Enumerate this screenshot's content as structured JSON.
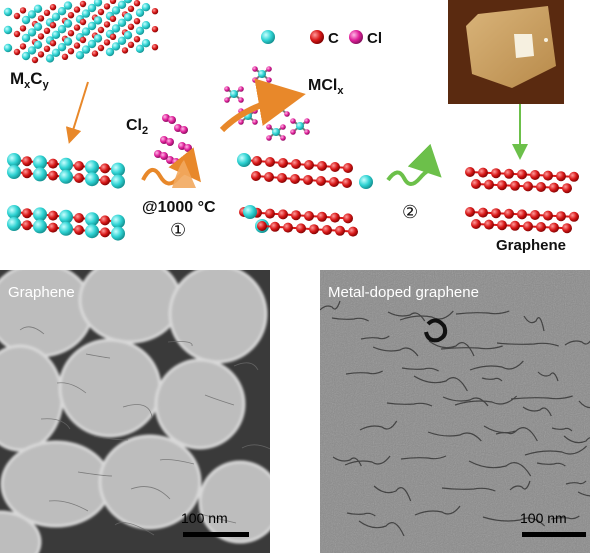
{
  "scheme": {
    "precursor_label_main": "M",
    "precursor_sub_x": "x",
    "precursor_label_c": "C",
    "precursor_sub_y": "y",
    "legend_carbon": "C",
    "legend_chlorine": "Cl",
    "chlorine_main": "Cl",
    "chlorine_sub": "2",
    "byproduct_main": "MCl",
    "byproduct_sub": "x",
    "temperature": "@1000 °C",
    "step_1": "①",
    "step_2": "②",
    "product": "Graphene",
    "colors": {
      "metal": "#2fd3d3",
      "carbon": "#d81818",
      "chlorine": "#e0209a",
      "arrow_orange": "#e8882a",
      "arrow_green": "#6cc04a"
    }
  },
  "tem_left": {
    "label": "Graphene",
    "scale": "100 nm"
  },
  "tem_right": {
    "label": "Metal-doped graphene",
    "scale": "100 nm"
  }
}
